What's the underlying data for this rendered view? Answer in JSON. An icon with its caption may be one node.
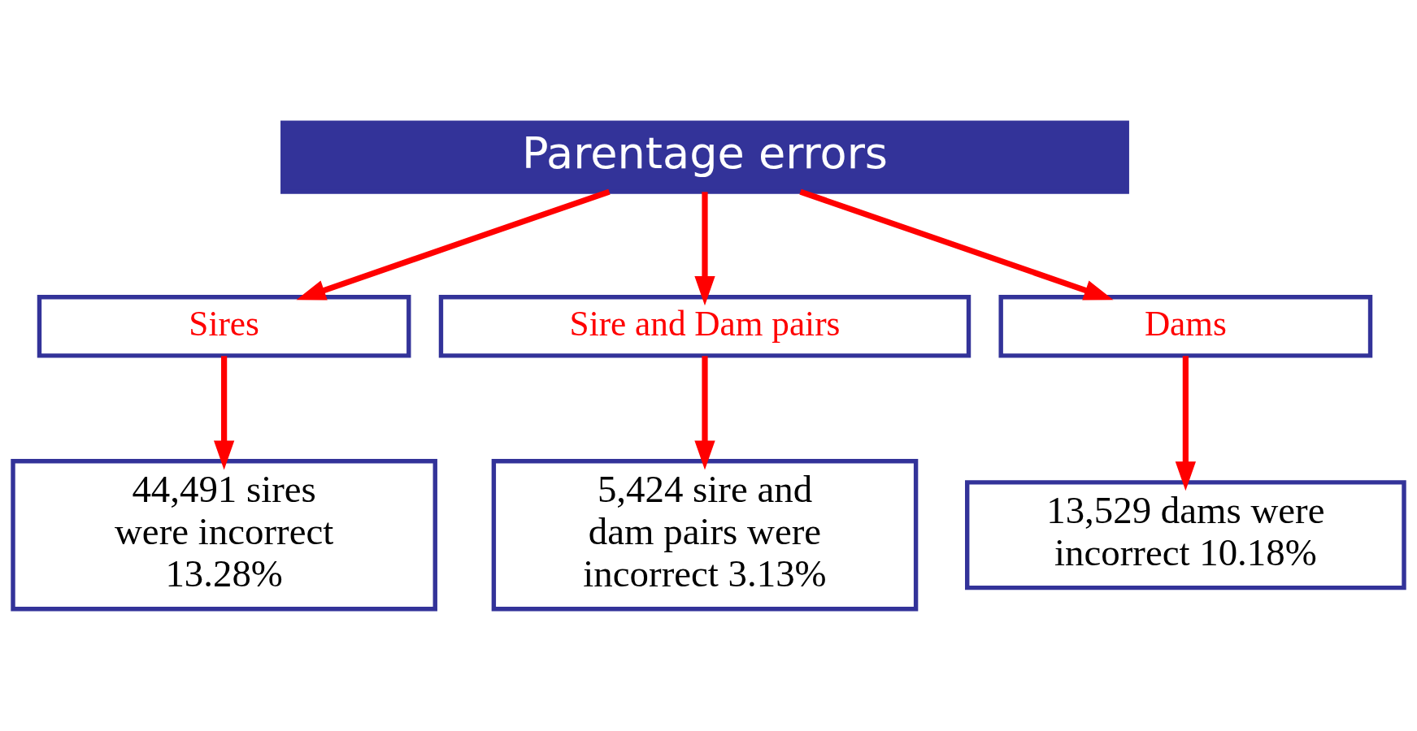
{
  "diagram": {
    "nodes": [
      {
        "text": [
          "Parentage errors"
        ]
      },
      {
        "text": [
          "Sires"
        ]
      },
      {
        "text": [
          "Sire and Dam pairs"
        ]
      },
      {
        "text": [
          "Dams"
        ]
      },
      {
        "text": [
          "44,491 sires were incorrect 13.28%"
        ]
      },
      {
        "text": [
          "5,424 sire and dam pairs were incorrect 3.13%"
        ]
      },
      {
        "text": [
          "13,529 dams were incorrect 10.18%"
        ]
      }
    ],
    "edges": [
      {
        "from": 0,
        "to": 1,
        "arrow": "to"
      },
      {
        "from": 0,
        "to": 2,
        "arrow": "to"
      },
      {
        "from": 0,
        "to": 3,
        "arrow": "to"
      },
      {
        "from": 1,
        "to": 4,
        "arrow": "to"
      },
      {
        "from": 2,
        "to": 5,
        "arrow": "to"
      },
      {
        "from": 3,
        "to": 6,
        "arrow": "to"
      }
    ]
  }
}
